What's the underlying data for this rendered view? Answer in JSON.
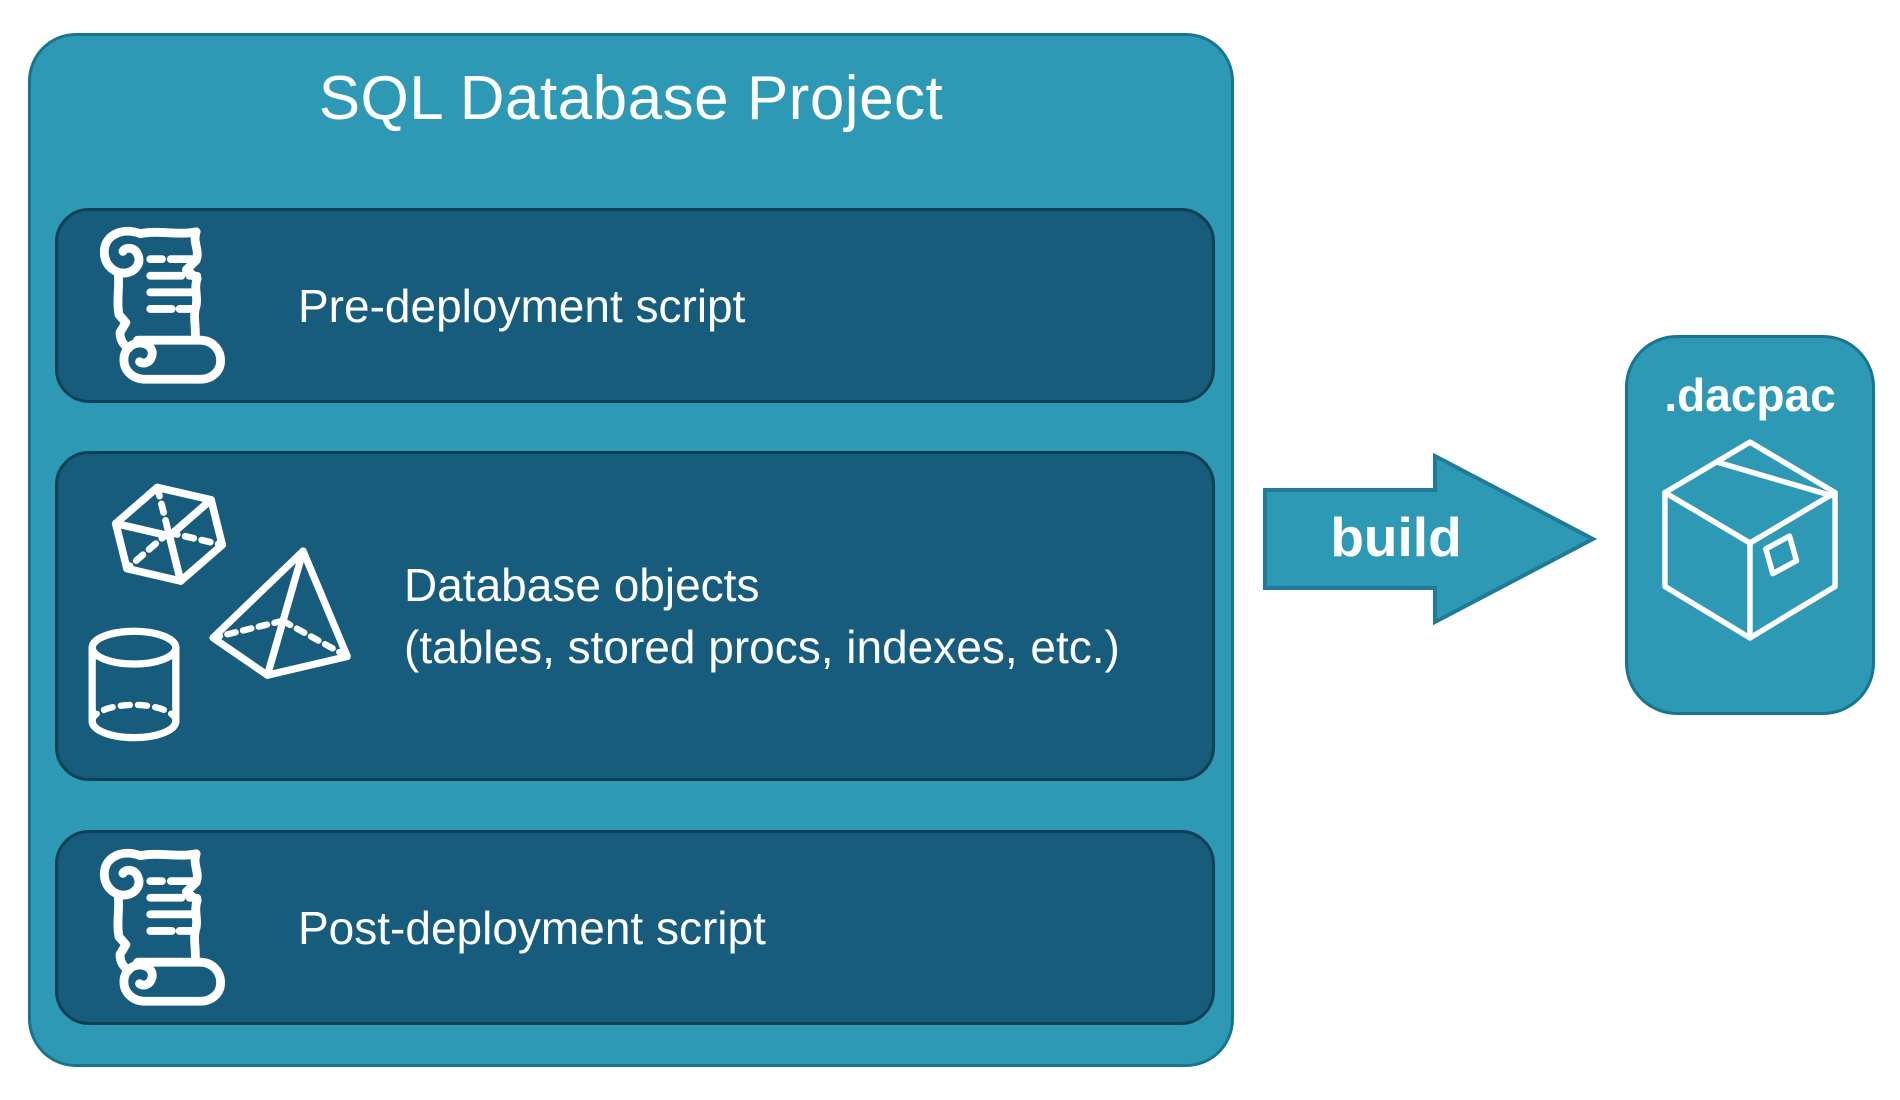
{
  "project": {
    "title": "SQL Database Project",
    "rows": [
      {
        "icon": "scroll-icon",
        "label": "Pre-deployment script"
      },
      {
        "icon": "geometric-shapes-icon",
        "label": "Database objects",
        "sublabel": "(tables, stored procs, indexes, etc.)"
      },
      {
        "icon": "scroll-icon",
        "label": "Post-deployment script"
      }
    ]
  },
  "arrow": {
    "label": "build"
  },
  "output": {
    "icon": "package-icon",
    "label": ".dacpac"
  },
  "colors": {
    "background": "#FFFFFF",
    "container_fill": "#2D99B4",
    "container_border": "#19758F",
    "row_fill": "#175C7D",
    "row_border": "#0E4156",
    "arrow_fill": "#2D99B4",
    "arrow_border": "#1F7B97",
    "text": "#FFFFFF"
  }
}
